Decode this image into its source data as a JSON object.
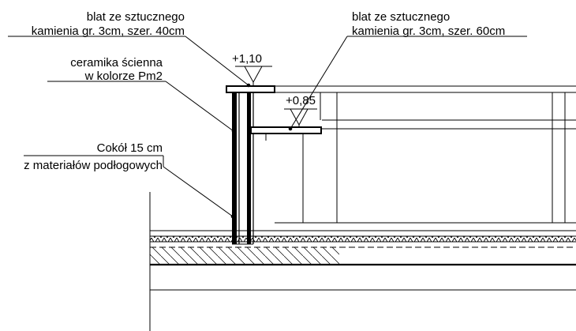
{
  "annotations": {
    "top_left": {
      "line1": "blat ze sztucznego",
      "line2": "kamienia gr. 3cm, szer. 40cm"
    },
    "top_right": {
      "line1": "blat ze sztucznego",
      "line2": "kamienia gr. 3cm, szer. 60cm"
    },
    "ceramics": {
      "line1": "ceramika ścienna",
      "line2": "w kolorze Pm2"
    },
    "plinth": {
      "line1": "Cokół 15 cm",
      "line2": "z materiałów podłogowych"
    }
  },
  "levels": {
    "upper": "+1,10",
    "lower": "+0,85"
  },
  "colors": {
    "line": "#000000",
    "background": "#ffffff"
  }
}
